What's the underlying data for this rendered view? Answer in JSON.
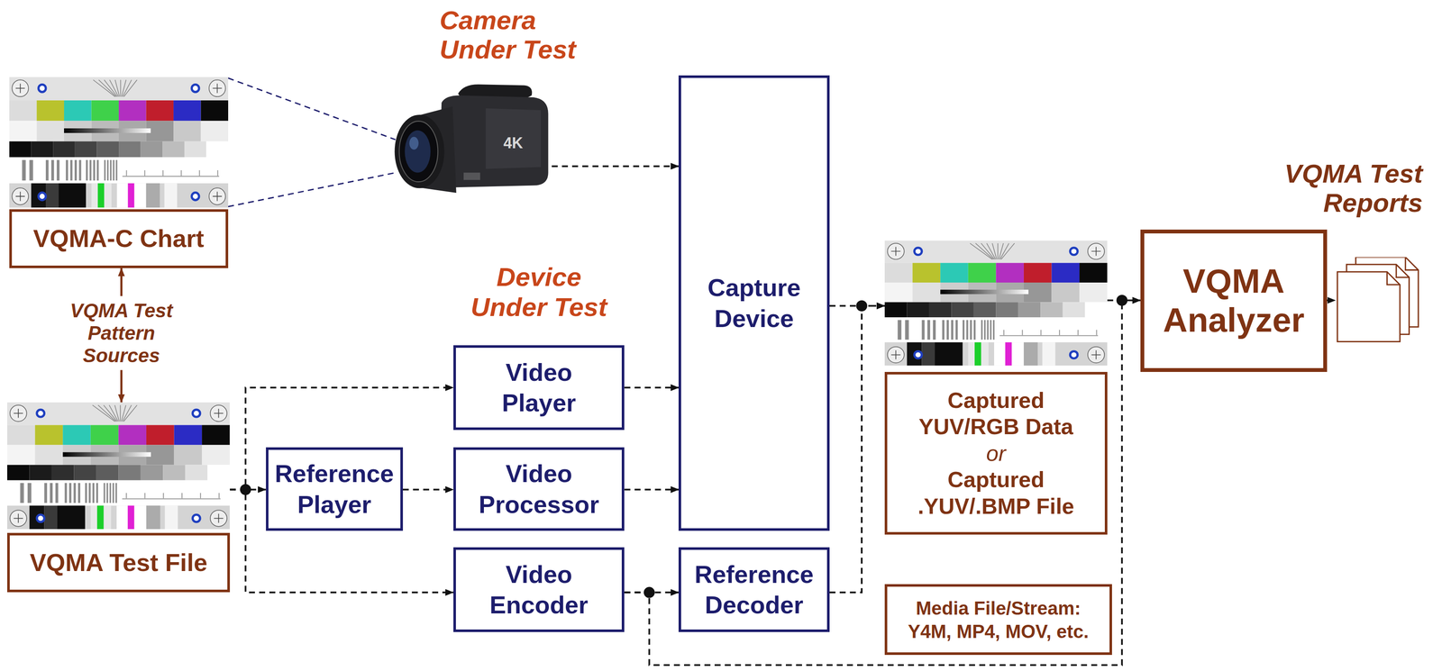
{
  "diagram": {
    "nodes": [
      {
        "text": [
          "VQMA-C Chart"
        ]
      },
      {
        "text": [
          "Camera Under Test"
        ]
      },
      {
        "text": [
          "VQMA Test File"
        ]
      },
      {
        "text": [
          "Reference Player"
        ]
      },
      {
        "text": [
          "Video Player"
        ]
      },
      {
        "text": [
          "Video Processor"
        ]
      },
      {
        "text": [
          "Video Encoder"
        ]
      },
      {
        "text": [
          "Capture Device"
        ]
      },
      {
        "text": [
          "Reference Decoder"
        ]
      },
      {
        "text": [
          "Captured YUV/RGB Data",
          "or",
          "Captured .YUV/.BMP File"
        ]
      },
      {
        "text": [
          "Media File/Stream: Y4M, MP4, MOV, etc."
        ]
      },
      {
        "text": [
          "VQMA Analyzer"
        ]
      },
      {
        "text": [
          "VQMA Test Reports"
        ]
      }
    ],
    "edges": [
      {
        "from": 0,
        "to": 1,
        "arrow": "none"
      },
      {
        "from": 1,
        "to": 7,
        "arrow": "to"
      },
      {
        "from": 2,
        "to": 4,
        "arrow": "to"
      },
      {
        "from": 2,
        "to": 3,
        "arrow": "to"
      },
      {
        "from": 2,
        "to": 6,
        "arrow": "to"
      },
      {
        "from": 3,
        "to": 5,
        "arrow": "to"
      },
      {
        "from": 4,
        "to": 7,
        "arrow": "to"
      },
      {
        "from": 5,
        "to": 7,
        "arrow": "to"
      },
      {
        "from": 6,
        "to": 8,
        "arrow": "to"
      },
      {
        "from": 6,
        "to": 11,
        "arrow": "to"
      },
      {
        "from": 7,
        "to": 9,
        "arrow": "to"
      },
      {
        "from": 8,
        "to": 9,
        "arrow": "to"
      },
      {
        "from": 9,
        "to": 11,
        "arrow": "to"
      },
      {
        "from": 11,
        "to": 12,
        "arrow": "to"
      }
    ],
    "labels": [
      "VQMA Test Pattern Sources",
      "Device Under Test",
      "4K"
    ]
  }
}
